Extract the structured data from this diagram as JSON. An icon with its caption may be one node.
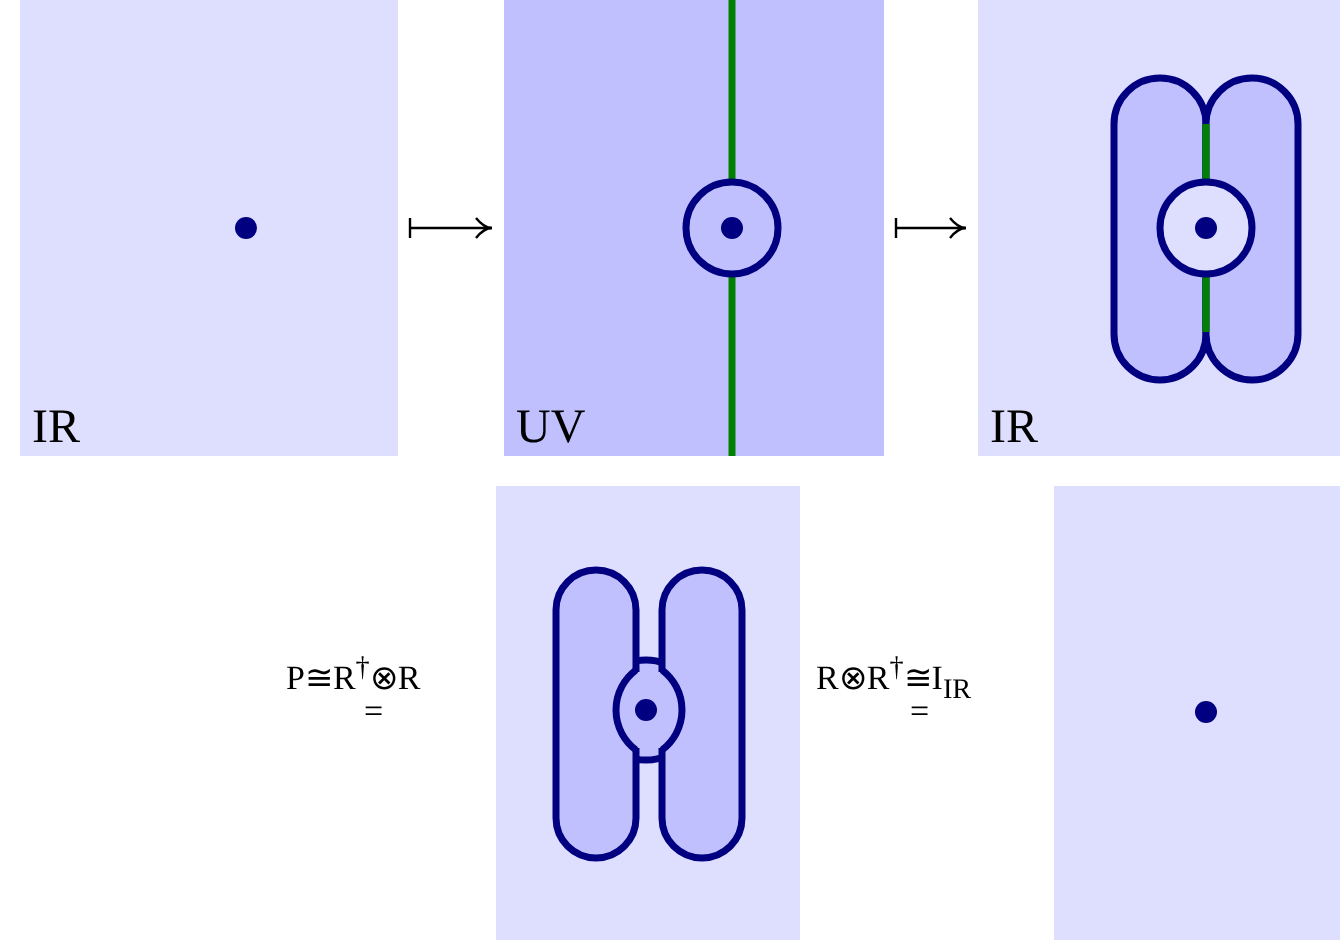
{
  "diagram": {
    "nodes": [
      {
        "text": [
          "IR"
        ]
      },
      {
        "text": [
          "UV"
        ]
      },
      {
        "text": [
          "IR"
        ]
      },
      {
        "text": [],
        "shape": "box"
      },
      {
        "text": [],
        "shape": "box"
      }
    ],
    "edges": [
      {
        "from": 0,
        "to": 1,
        "arrow": "to"
      },
      {
        "from": 1,
        "to": 2,
        "arrow": "to"
      }
    ],
    "labels": [
      "P≅R$^{†}$⊗R",
      "=",
      "R⊗R$^{†}$≅I$_{IR}$",
      "="
    ]
  }
}
